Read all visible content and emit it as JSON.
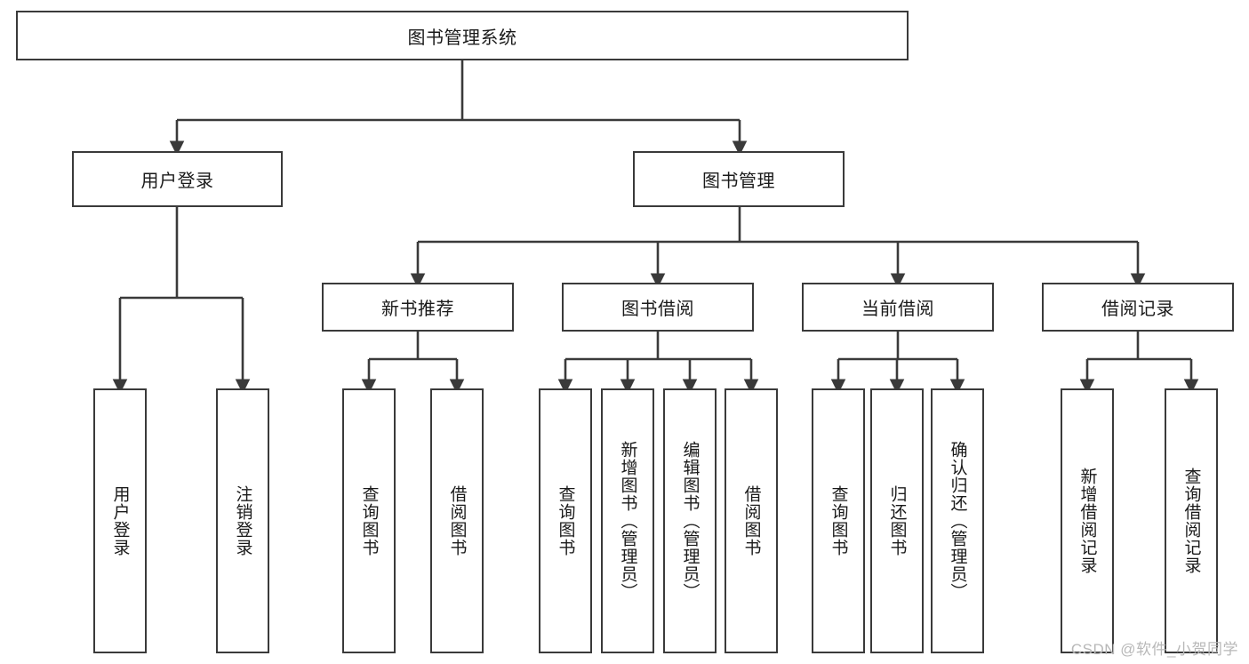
{
  "diagram": {
    "title": "图书管理系统",
    "root": {
      "label": "图书管理系统"
    },
    "level1": [
      {
        "label": "用户登录"
      },
      {
        "label": "图书管理"
      }
    ],
    "level2": [
      {
        "label": "新书推荐"
      },
      {
        "label": "图书借阅"
      },
      {
        "label": "当前借阅"
      },
      {
        "label": "借阅记录"
      }
    ],
    "leaves": {
      "user_login": [
        {
          "label": "用户登录"
        },
        {
          "label": "注销登录"
        }
      ],
      "new_book_recommend": [
        {
          "label": "查询图书"
        },
        {
          "label": "借阅图书"
        }
      ],
      "book_borrow": [
        {
          "label": "查询图书"
        },
        {
          "label": "新增图书（管理员）"
        },
        {
          "label": "编辑图书（管理员）"
        },
        {
          "label": "借阅图书"
        }
      ],
      "current_borrow": [
        {
          "label": "查询图书"
        },
        {
          "label": "归还图书"
        },
        {
          "label": "确认归还（管理员）"
        }
      ],
      "borrow_record": [
        {
          "label": "新增借阅记录"
        },
        {
          "label": "查询借阅记录"
        }
      ]
    },
    "watermark": "CSDN @软件_小贺同学",
    "colors": {
      "stroke": "#3a3a3a",
      "text": "#1a1a1a",
      "background": "#ffffff",
      "watermark": "#b8b8b8"
    }
  }
}
